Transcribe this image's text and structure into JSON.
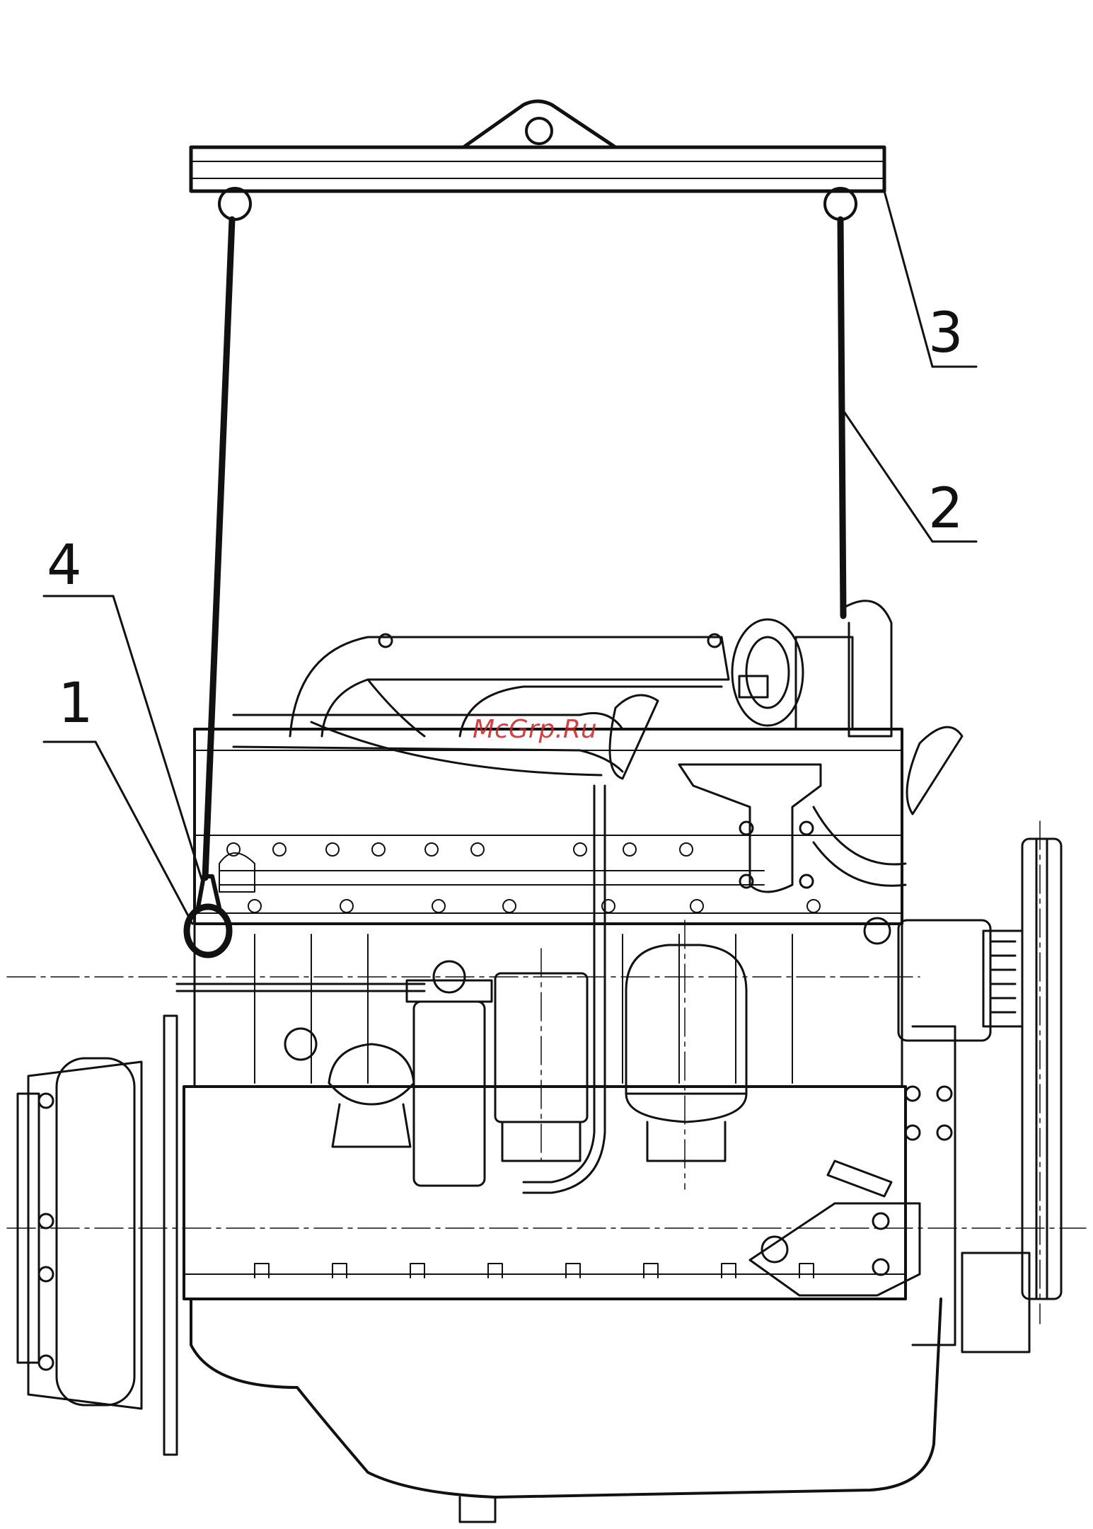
{
  "callouts": {
    "one": "1",
    "two": "2",
    "three": "3",
    "four": "4"
  },
  "watermark": "McGrp.Ru",
  "colors": {
    "line": "#111111",
    "watermark": "#cc2222",
    "background": "#ffffff"
  }
}
